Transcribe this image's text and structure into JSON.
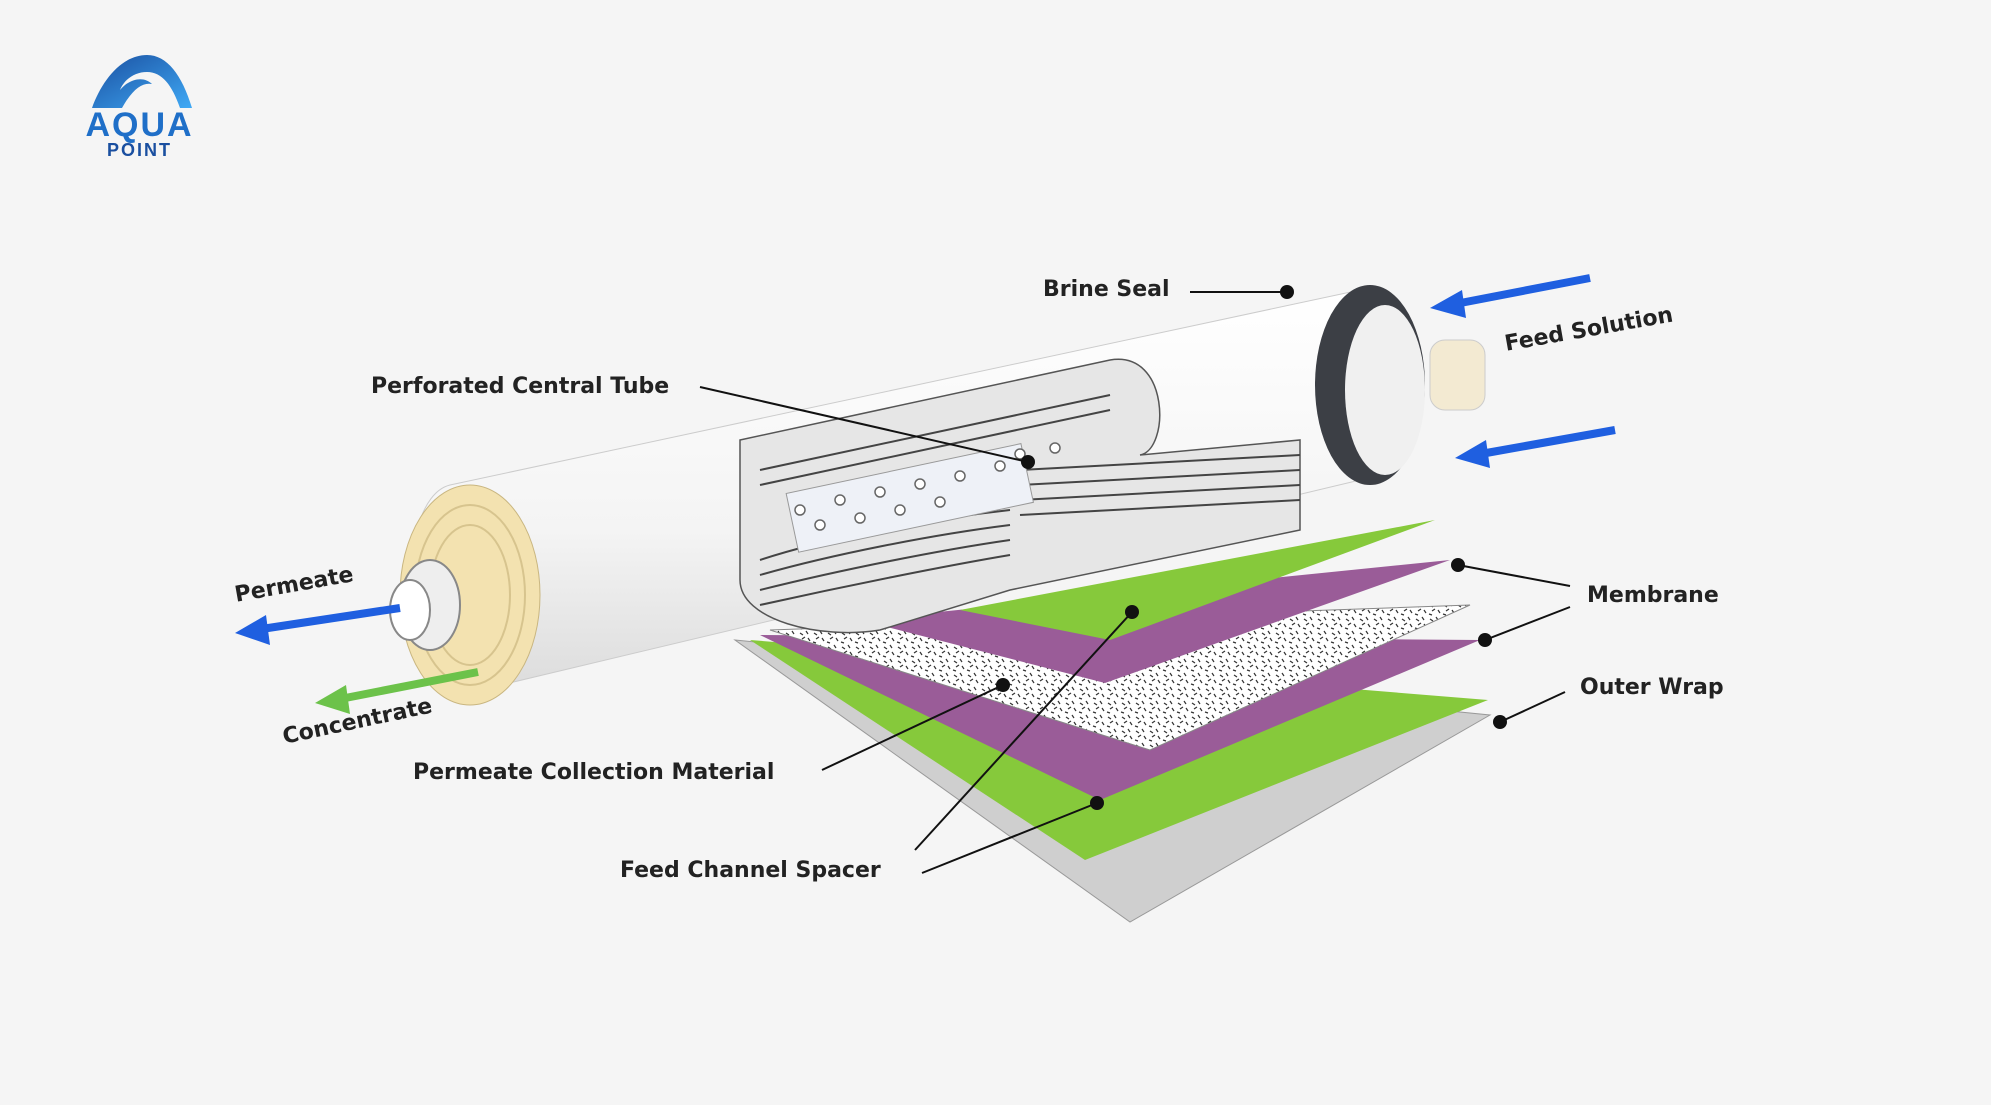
{
  "brand": {
    "name_top": "AQUA",
    "name_bottom": "POINT",
    "colors": {
      "primary": "#1f6fc8",
      "dark": "#1a4fa0",
      "light": "#3fa9f5"
    }
  },
  "diagram": {
    "title": "Reverse Osmosis Membrane Element Structure",
    "labels": {
      "brine_seal": "Brine Seal",
      "perforated_central_tube": "Perforated Central Tube",
      "feed_solution": "Feed Solution",
      "permeate": "Permeate",
      "concentrate": "Concentrate",
      "membrane": "Membrane",
      "outer_wrap": "Outer Wrap",
      "permeate_collection_material": "Permeate Collection Material",
      "feed_channel_spacer": "Feed Channel Spacer"
    },
    "colors": {
      "feed_arrow": "#1f5fe0",
      "permeate_arrow": "#1f5fe0",
      "concentrate_arrow": "#6cc24a",
      "spacer_green": "#86c93b",
      "membrane_purple": "#9a5c98",
      "outer_wrap_gray": "#cfcfcf",
      "brine_seal": "#3c3f45",
      "tube_white": "#ffffff",
      "end_cap": "#f3e2b0"
    }
  }
}
